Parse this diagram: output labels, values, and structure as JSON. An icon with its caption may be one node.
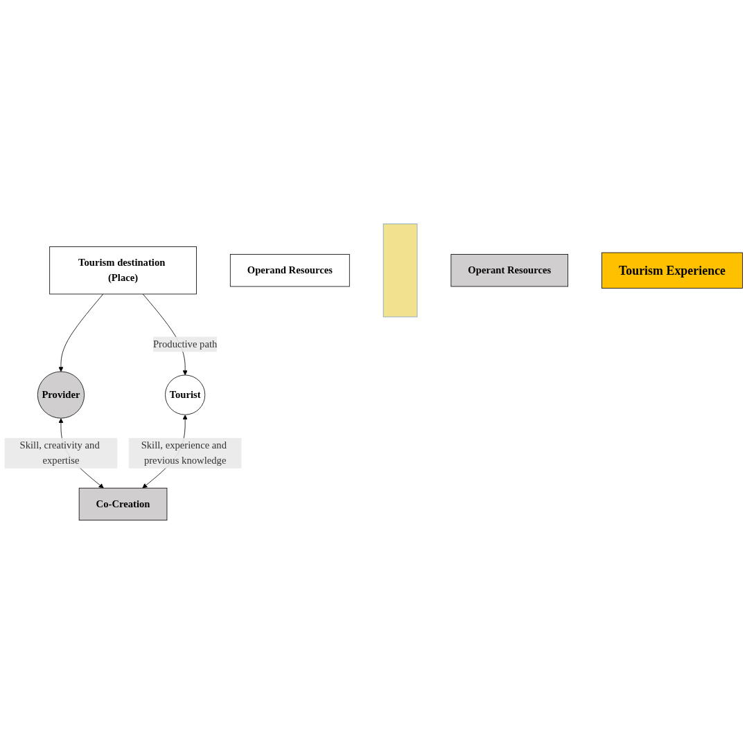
{
  "diagram": {
    "nodes": [
      {
        "text": [
          "Tourism destination (Place)"
        ]
      },
      {
        "text": [
          "Provider"
        ]
      },
      {
        "text": [
          "Operand Resources"
        ]
      },
      {
        "text": [],
        "shape": "bar"
      },
      {
        "text": [
          "Operant Resources"
        ]
      },
      {
        "text": [
          "Tourist"
        ]
      },
      {
        "text": [
          "Tourism Experience"
        ]
      },
      {
        "text": [
          "Co-Creation"
        ]
      }
    ],
    "edges": [
      {
        "from": 0,
        "to": 1,
        "arrow": "to"
      },
      {
        "from": 0,
        "to": 5,
        "arrow": "to",
        "label": "Productive path"
      },
      {
        "from": 1,
        "to": 7,
        "arrow": "both",
        "label": "Skill, creativity and expertise"
      },
      {
        "from": 5,
        "to": 7,
        "arrow": "both",
        "label": "Skill, experience and previous knowledge"
      }
    ]
  }
}
